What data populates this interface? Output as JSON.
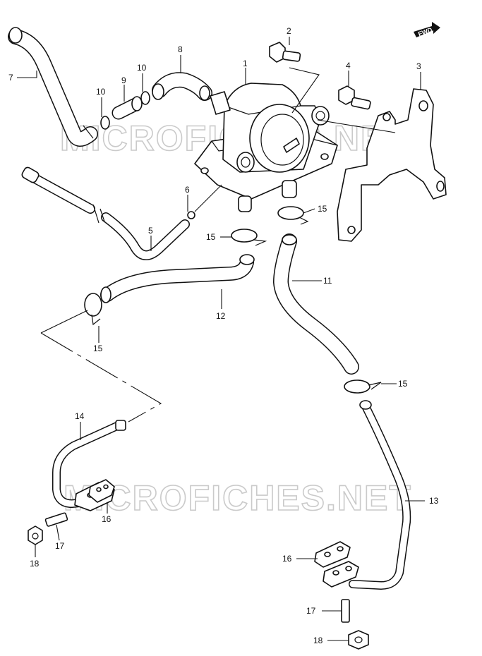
{
  "watermark": "MICROFICHES.NET",
  "direction_marker": "FWD",
  "callouts": [
    {
      "id": "c1",
      "label": "1"
    },
    {
      "id": "c2",
      "label": "2"
    },
    {
      "id": "c3",
      "label": "3"
    },
    {
      "id": "c4",
      "label": "4"
    },
    {
      "id": "c5",
      "label": "5"
    },
    {
      "id": "c6",
      "label": "6"
    },
    {
      "id": "c7",
      "label": "7"
    },
    {
      "id": "c8",
      "label": "8"
    },
    {
      "id": "c9",
      "label": "9"
    },
    {
      "id": "c10a",
      "label": "10"
    },
    {
      "id": "c10b",
      "label": "10"
    },
    {
      "id": "c11",
      "label": "11"
    },
    {
      "id": "c12",
      "label": "12"
    },
    {
      "id": "c13",
      "label": "13"
    },
    {
      "id": "c14",
      "label": "14"
    },
    {
      "id": "c15a",
      "label": "15"
    },
    {
      "id": "c15b",
      "label": "15"
    },
    {
      "id": "c15c",
      "label": "15"
    },
    {
      "id": "c15d",
      "label": "15"
    },
    {
      "id": "c16a",
      "label": "16"
    },
    {
      "id": "c16b",
      "label": "16"
    },
    {
      "id": "c17a",
      "label": "17"
    },
    {
      "id": "c17b",
      "label": "17"
    },
    {
      "id": "c18a",
      "label": "18"
    },
    {
      "id": "c18b",
      "label": "18"
    }
  ]
}
